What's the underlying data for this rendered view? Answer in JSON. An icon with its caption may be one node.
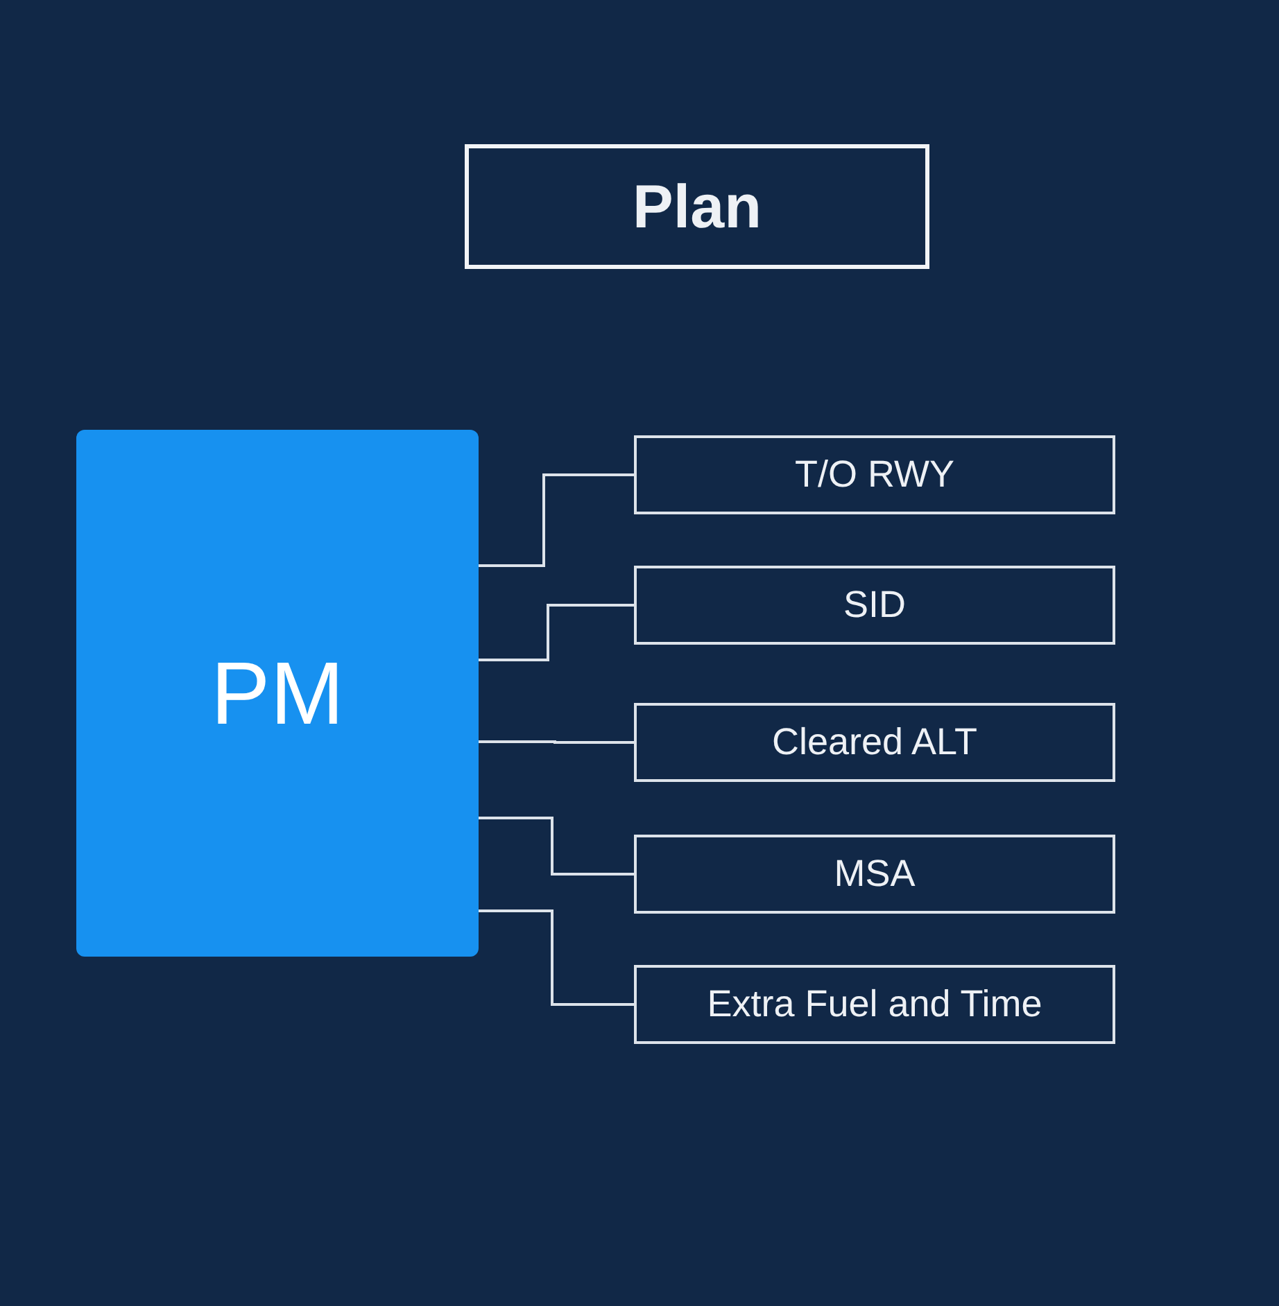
{
  "diagram": {
    "nodes": [
      {
        "text": [
          "Plan"
        ]
      },
      {
        "text": [
          "PM"
        ]
      },
      {
        "text": [
          "T/O RWY"
        ]
      },
      {
        "text": [
          "SID"
        ]
      },
      {
        "text": [
          "Cleared ALT"
        ]
      },
      {
        "text": [
          "MSA"
        ]
      },
      {
        "text": [
          "Extra Fuel and Time"
        ]
      }
    ],
    "edges": [
      {
        "from": 1,
        "to": 2,
        "arrow": "none"
      },
      {
        "from": 1,
        "to": 3,
        "arrow": "none"
      },
      {
        "from": 1,
        "to": 4,
        "arrow": "none"
      },
      {
        "from": 1,
        "to": 5,
        "arrow": "none"
      },
      {
        "from": 1,
        "to": 6,
        "arrow": "none"
      }
    ]
  }
}
